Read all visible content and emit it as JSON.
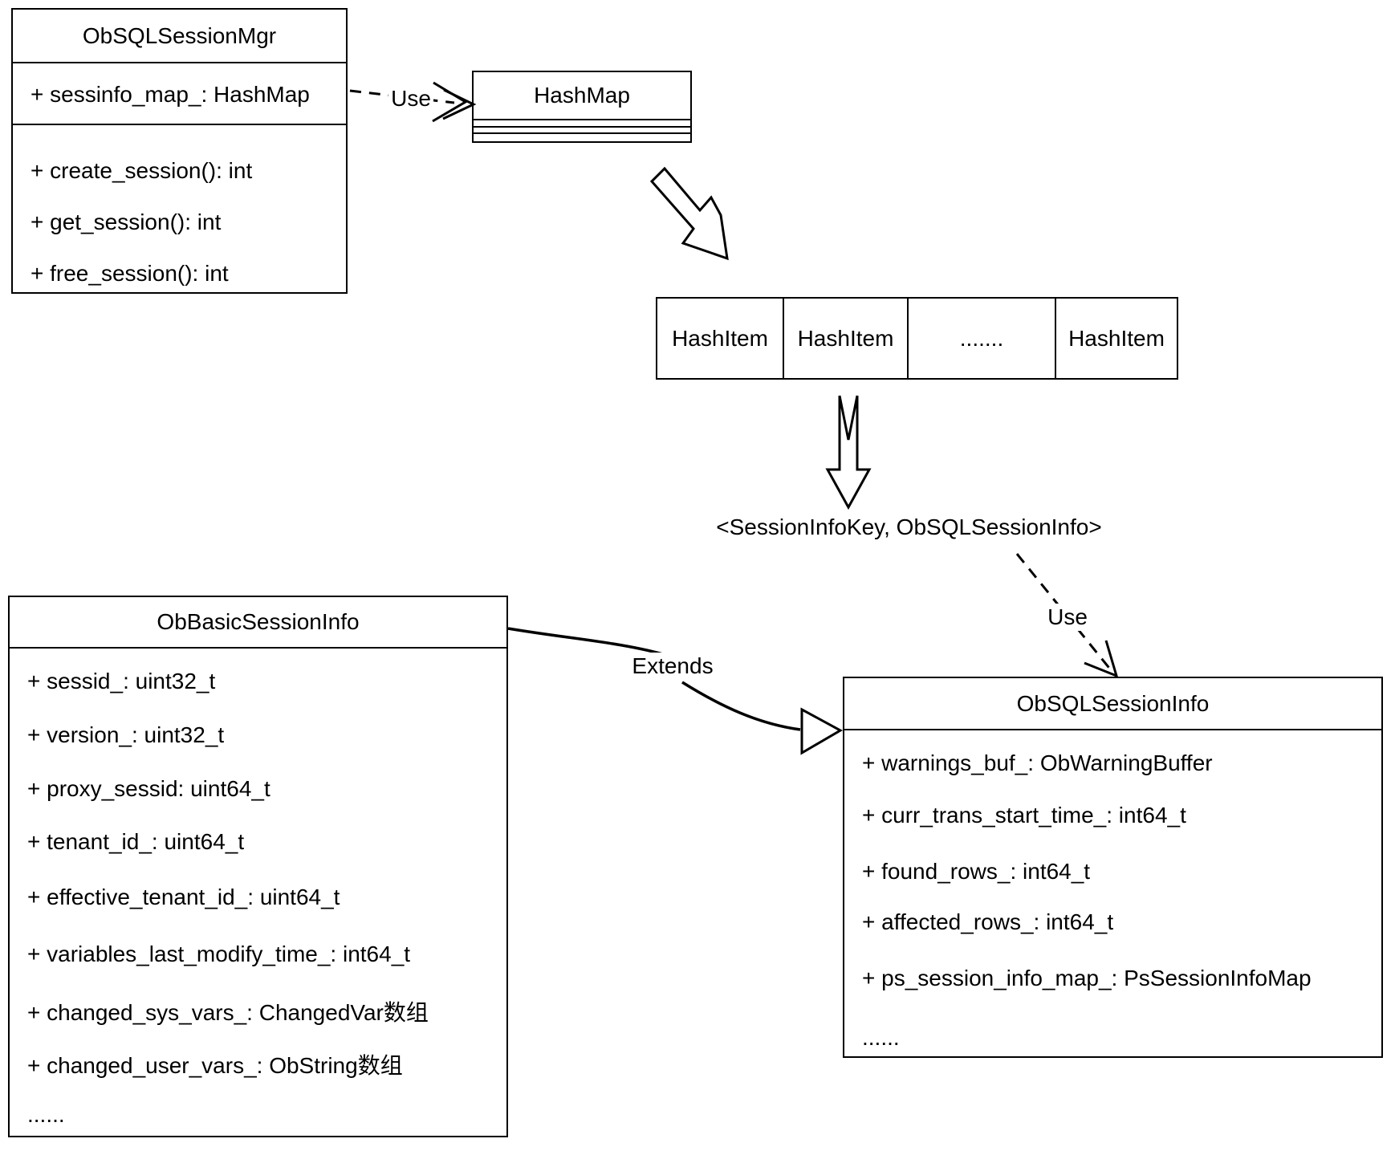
{
  "diagram": {
    "classes": {
      "mgr": {
        "title": "ObSQLSessionMgr",
        "attributes": [
          "+ sessinfo_map_: HashMap"
        ],
        "methods": [
          "+ create_session(): int",
          "+ get_session(): int",
          "+ free_session(): int"
        ]
      },
      "hashmap": {
        "title": "HashMap"
      },
      "basic": {
        "title": "ObBasicSessionInfo",
        "attributes": [
          "+ sessid_: uint32_t",
          "+ version_: uint32_t",
          "+ proxy_sessid: uint64_t",
          "+ tenant_id_: uint64_t",
          "+ effective_tenant_id_: uint64_t",
          "+ variables_last_modify_time_: int64_t",
          "+ changed_sys_vars_: ChangedVar数组",
          "+ changed_user_vars_: ObString数组",
          "......"
        ]
      },
      "sql": {
        "title": "ObSQLSessionInfo",
        "attributes": [
          "+ warnings_buf_: ObWarningBuffer",
          "+ curr_trans_start_time_: int64_t",
          "+ found_rows_: int64_t",
          "+ affected_rows_: int64_t",
          "+ ps_session_info_map_: PsSessionInfoMap",
          "......"
        ]
      }
    },
    "hash_items": [
      "HashItem",
      "HashItem",
      ".......",
      "HashItem"
    ],
    "labels": {
      "use1": "Use",
      "use2": "Use",
      "extends": "Extends",
      "key_value": "<SessionInfoKey, ObSQLSessionInfo>"
    },
    "colors": {
      "line": "#000000",
      "background": "#ffffff"
    }
  }
}
